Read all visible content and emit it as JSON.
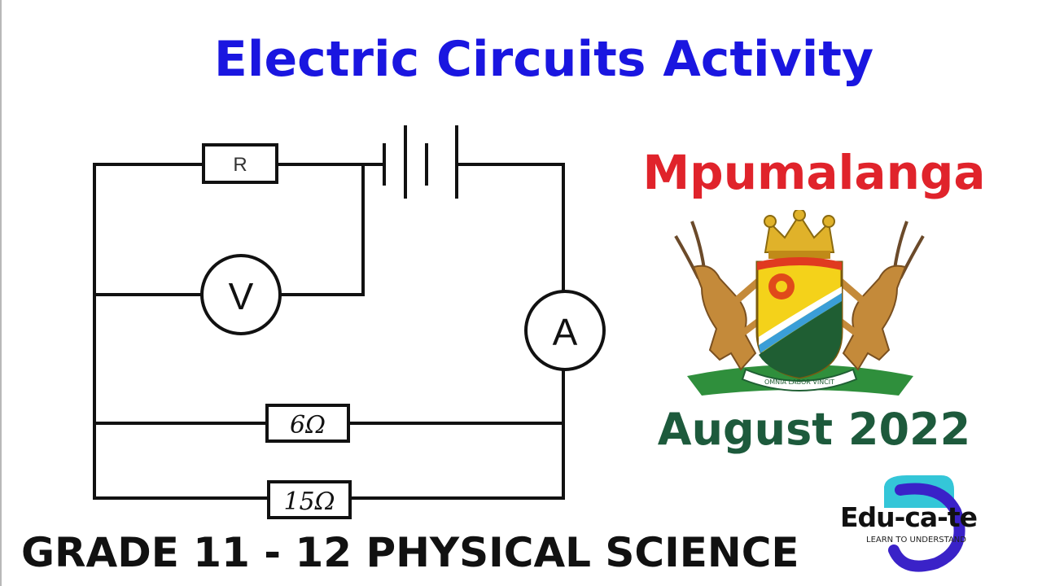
{
  "title": "Electric Circuits Activity",
  "province": "Mpumalanga",
  "date": "August 2022",
  "subject": "GRADE 11 - 12 PHYSICAL SCIENCE",
  "circuit": {
    "resistor_r_label": "R",
    "voltmeter_label": "V",
    "ammeter_label": "A",
    "resistor_6_label": "6Ω",
    "resistor_15_label": "15Ω"
  },
  "crest": {
    "motto": "OMNIA LABOR VINCIT"
  },
  "logo": {
    "name": "Edu-ca-te",
    "tagline": "LEARN TO UNDERSTAND"
  },
  "colors": {
    "title": "#1a16e0",
    "province": "#e0232b",
    "date": "#1d5a3c",
    "subject": "#111111"
  }
}
